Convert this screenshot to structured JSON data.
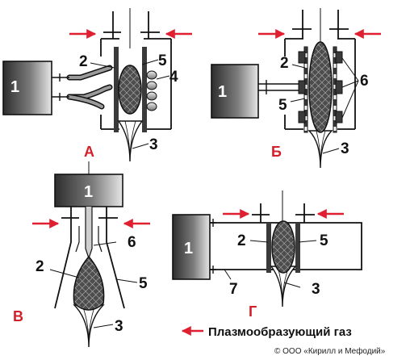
{
  "colors": {
    "arrow": "#e02030",
    "label": "#d21f2a",
    "ink": "#111111",
    "body_dark": "#3a3a3a",
    "body_light": "#dcdcdc",
    "plasma": "#555555"
  },
  "diagrams": {
    "A": {
      "label": "А",
      "callouts": {
        "n1": "1",
        "n2": "2",
        "n3": "3",
        "n4": "4",
        "n5": "5"
      }
    },
    "B": {
      "label": "Б",
      "callouts": {
        "n1": "1",
        "n2": "2",
        "n3": "3",
        "n5": "5",
        "n6": "6"
      }
    },
    "V": {
      "label": "В",
      "callouts": {
        "n1": "1",
        "n2": "2",
        "n3": "3",
        "n5": "5",
        "n6": "6"
      }
    },
    "G": {
      "label": "Г",
      "callouts": {
        "n1": "1",
        "n2": "2",
        "n3": "3",
        "n5": "5",
        "n7": "7"
      }
    }
  },
  "legend": {
    "text": "Плазмообразующий газ",
    "arrow_icon": "red-left-arrow"
  },
  "copyright": "© ООО «Кирилл и Мефодий»"
}
